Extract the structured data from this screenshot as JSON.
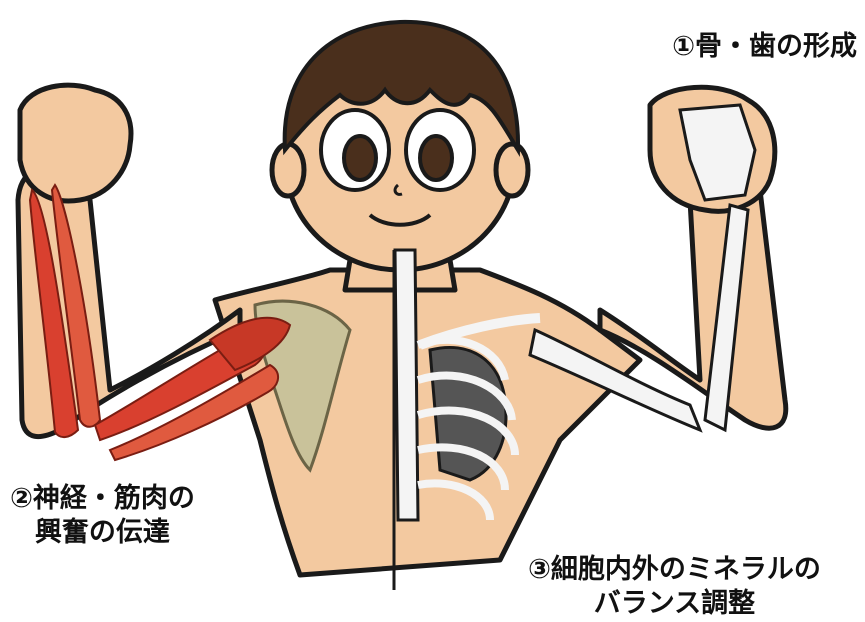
{
  "labels": {
    "bone": {
      "lines": [
        "①骨・歯の形成"
      ]
    },
    "nerve": {
      "lines": [
        "②神経・筋肉の",
        "興奮の伝達"
      ]
    },
    "cell": {
      "lines": [
        "③細胞内外のミネラルの",
        "バランス調整"
      ]
    }
  },
  "colors": {
    "skin": "#f3c9a0",
    "outline": "#1a1a1a",
    "hair": "#4a2f1c",
    "muscle": "#d9402f",
    "scapula": "#c9c29a",
    "bone": "#f4f4f4",
    "ribs_shadow": "#555555"
  },
  "illustration": {
    "subject": "boy-flexing-arms",
    "left_side": "muscles-and-scapula",
    "right_side": "skeleton"
  }
}
